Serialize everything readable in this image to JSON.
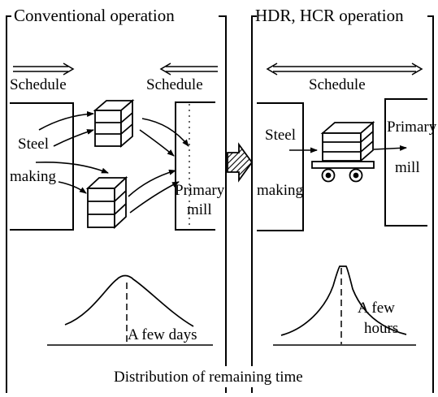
{
  "left_panel": {
    "title": "Conventional operation",
    "schedule_left": "Schedule",
    "schedule_right": "Schedule",
    "steel_line1": "Steel",
    "steel_line2": "making",
    "primary_line1": "Primary",
    "primary_line2": "mill",
    "curve_label": "A few days"
  },
  "right_panel": {
    "title": "HDR, HCR operation",
    "schedule": "Schedule",
    "steel_line1": "Steel",
    "steel_line2": "making",
    "primary_line1": "Primary",
    "primary_line2": "mill",
    "curve_label_line1": "A few",
    "curve_label_line2": "hours"
  },
  "caption": "Distribution of remaining time"
}
